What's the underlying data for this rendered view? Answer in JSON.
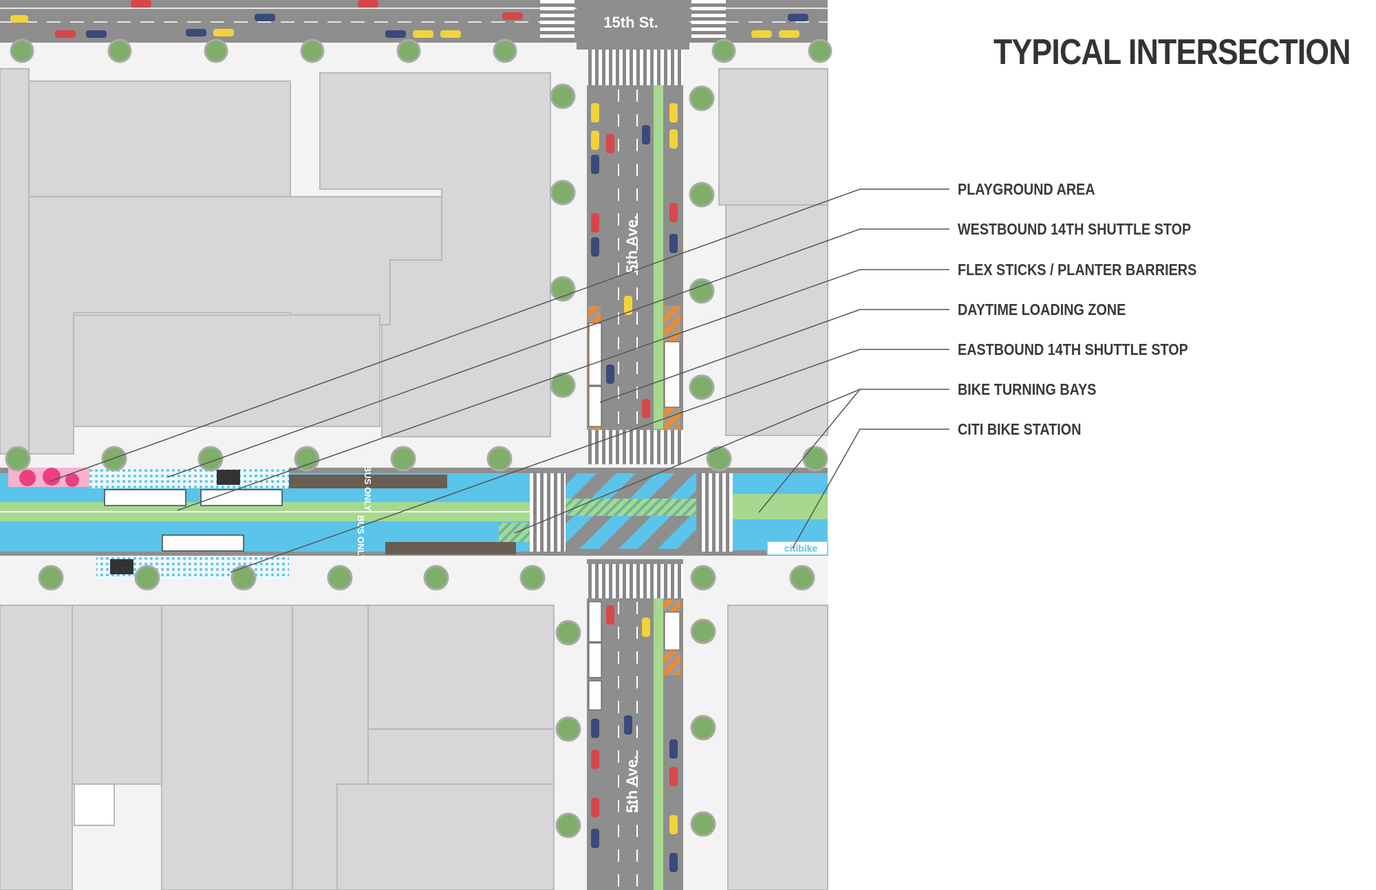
{
  "title": "TYPICAL INTERSECTION",
  "street_labels": {
    "cross_street": "15th St.",
    "avenue_north": "5th Ave.",
    "avenue_south": "5th Ave."
  },
  "lane_markings": {
    "westbound_bus": "BUS ONLY",
    "eastbound_bus": "BUS ONLY"
  },
  "station_brand": "citibike",
  "callouts": [
    {
      "label": "PLAYGROUND AREA"
    },
    {
      "label": "WESTBOUND 14TH SHUTTLE STOP"
    },
    {
      "label": "FLEX STICKS / PLANTER BARRIERS"
    },
    {
      "label": "DAYTIME LOADING ZONE"
    },
    {
      "label": "EASTBOUND 14TH SHUTTLE STOP"
    },
    {
      "label": "BIKE TURNING BAYS"
    },
    {
      "label": "CITI BIKE STATION"
    }
  ],
  "colors": {
    "busway": "#5bc4ea",
    "bikelane": "#a6d98f",
    "road": "#8e8e8e",
    "building": "#d7d7da",
    "sidewalk": "#f3f3f3",
    "tree": "#7fae6a",
    "loading_zone": "#f08a2c",
    "playground": "#e8417e",
    "text": "#3a3a3a"
  }
}
